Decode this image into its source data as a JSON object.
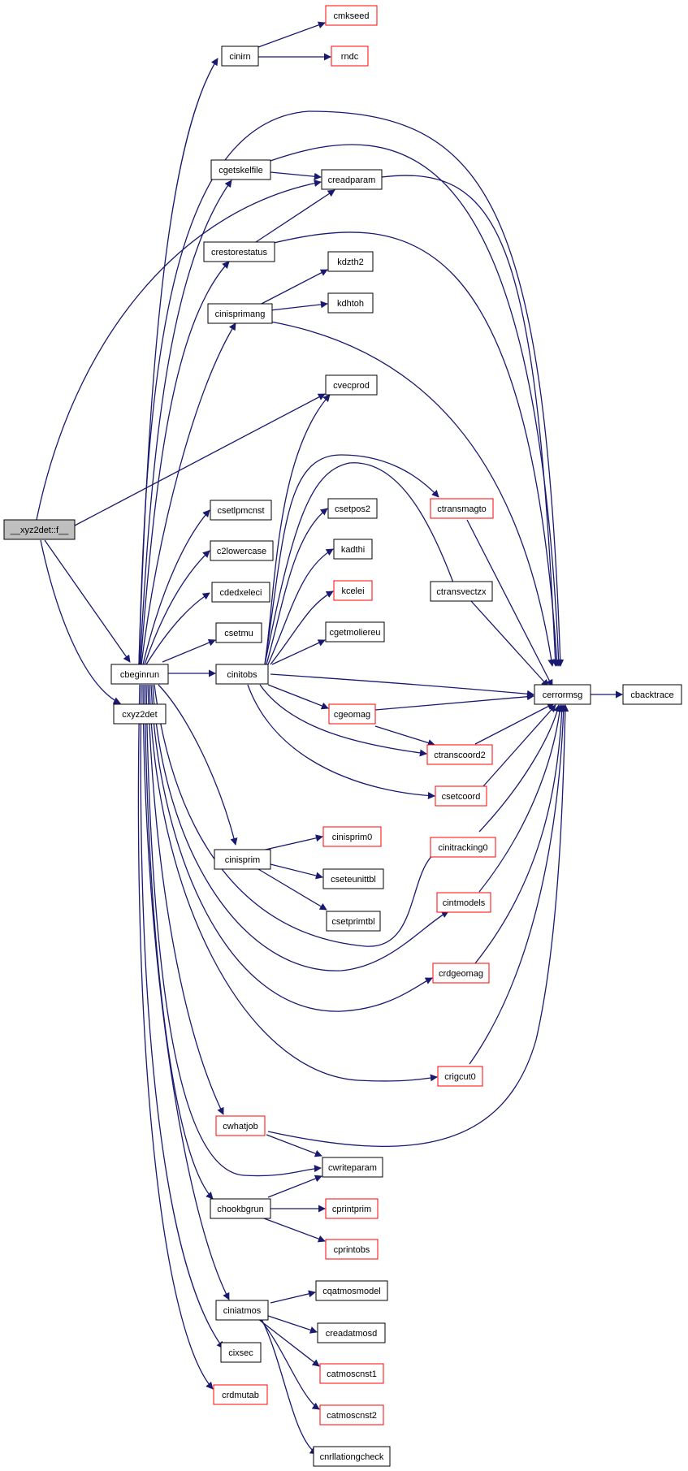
{
  "colors": {
    "edge": "#191970",
    "node_border_default": "#000000",
    "node_border_linked": "#ff0000",
    "root_fill": "#bfbfbf",
    "node_fill": "#ffffff"
  },
  "nodes": {
    "root": "__xyz2det::f__",
    "cbeginrun": "cbeginrun",
    "cxyz2det": "cxyz2det",
    "cinirn": "cinirn",
    "cmkseed": "cmkseed",
    "rndc": "rndc",
    "cgetskelfile": "cgetskelfile",
    "creadparam": "creadparam",
    "crestorestatus": "crestorestatus",
    "kdzth2": "kdzth2",
    "kdhtoh": "kdhtoh",
    "cinisprimang": "cinisprimang",
    "cvecprod": "cvecprod",
    "csetlpmcnst": "csetlpmcnst",
    "c2lowercase": "c2lowercase",
    "cdedxeleci": "cdedxeleci",
    "csetmu": "csetmu",
    "cinitobs": "cinitobs",
    "ctransmagto": "ctransmagto",
    "csetpos2": "csetpos2",
    "kadthi": "kadthi",
    "kcelei": "kcelei",
    "ctransvectzx": "ctransvectzx",
    "cgetmoliereu": "cgetmoliereu",
    "cerrormsg": "cerrormsg",
    "cbacktrace": "cbacktrace",
    "cgeomag": "cgeomag",
    "ctranscoord2": "ctranscoord2",
    "csetcoord": "csetcoord",
    "cinisprim0": "cinisprim0",
    "cinisprim": "cinisprim",
    "cseteunittbl": "cseteunittbl",
    "csetprimtbl": "csetprimtbl",
    "cinitracking0": "cinitracking0",
    "cintmodels": "cintmodels",
    "crdgeomag": "crdgeomag",
    "crigcut0": "crigcut0",
    "cwhatjob": "cwhatjob",
    "cwriteparam": "cwriteparam",
    "chookbgrun": "chookbgrun",
    "cprintprim": "cprintprim",
    "cprintobs": "cprintobs",
    "cqatmosmodel": "cqatmosmodel",
    "ciniatmos": "ciniatmos",
    "creadatmosd": "creadatmosd",
    "cixsec": "cixsec",
    "catmoscnst1": "catmoscnst1",
    "crdmutab": "crdmutab",
    "catmoscnst2": "catmoscnst2",
    "cnrllationgcheck": "cnrllationgcheck"
  }
}
